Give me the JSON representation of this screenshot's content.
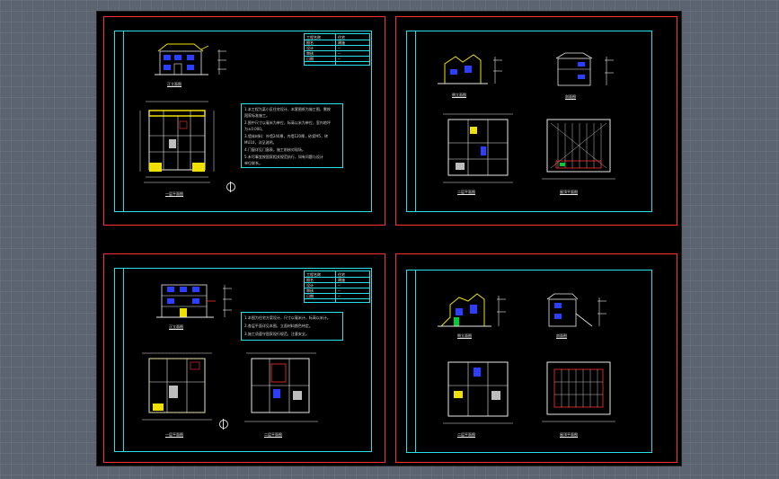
{
  "colors": {
    "background": "#5c6471",
    "canvas": "#000000",
    "sheet_border": "#ff3030",
    "frame": "#28e0e8",
    "highlight": "#f0e000",
    "window": "#2a3fff",
    "line": "#e8e8e8",
    "hatch": "#bdbdbd",
    "accent_green": "#00cc33",
    "accent_red": "#ff3030"
  },
  "sheets": {
    "s1": {
      "title_block": [
        "工程名称",
        "图名",
        "设计",
        "审核",
        "日期",
        "比例"
      ],
      "title_block_values": [
        "住宅",
        "建施",
        "--",
        "--",
        "--",
        "1:100"
      ],
      "notes": [
        "1.本工程为某小区住宅设计，本套图纸为施工图，需按",
        "  国家标准施工。",
        "2.图中尺寸以毫米为单位，标高以米为单位，室内地坪",
        "  为±0.000。",
        "3.墙体材料：外墙240厚，内墙120厚，砂浆M5，砖",
        "  MU10，详见说明。",
        "4.门窗详见门窗表，施工前核对现场。",
        "5.未尽事宜按国家相关规范执行，如有问题与设计",
        "  单位联系。"
      ],
      "captions": [
        "正立面图",
        "一层平面图"
      ]
    },
    "s2": {
      "captions": [
        "侧立面图",
        "剖面图",
        "二层平面图",
        "屋顶平面图"
      ]
    },
    "s3": {
      "title_block": [
        "工程名称",
        "图名",
        "设计",
        "审核",
        "日期",
        "比例"
      ],
      "title_block_values": [
        "住宅",
        "建施",
        "--",
        "--",
        "--",
        "1:100"
      ],
      "notes": [
        "1.本图为住宅方案设计，尺寸以毫米计，标高以米计。",
        "2.各层平面详见本图，立面材料颜色待定。",
        "3.施工须遵守国家现行规范，注意安全。"
      ],
      "captions": [
        "正立面图",
        "一层平面图",
        "二层平面图"
      ]
    },
    "s4": {
      "captions": [
        "侧立面图",
        "剖面图",
        "二层平面图",
        "屋顶平面图"
      ]
    }
  }
}
